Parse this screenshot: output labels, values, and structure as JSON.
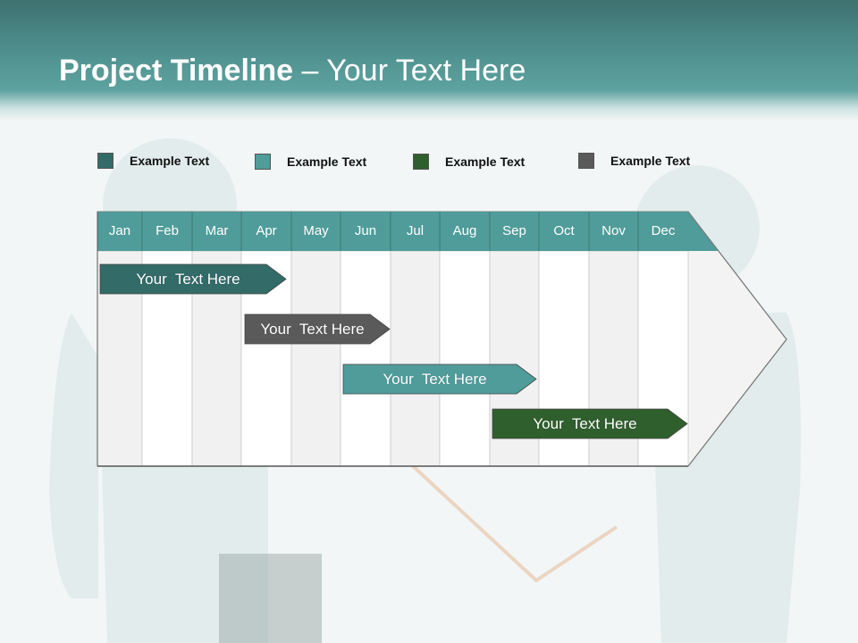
{
  "slide": {
    "title_bold": "Project Timeline",
    "title_rest": " – Your Text Here"
  },
  "legend": [
    {
      "label": "Example Text",
      "color": "#326b68"
    },
    {
      "label": "Example Text",
      "color": "#4f9c9a"
    },
    {
      "label": "Example Text",
      "color": "#2e5f2c"
    },
    {
      "label": "Example Text",
      "color": "#5a5a5a"
    }
  ],
  "months": [
    "Jan",
    "Feb",
    "Mar",
    "Apr",
    "May",
    "Jun",
    "Jul",
    "Aug",
    "Sep",
    "Oct",
    "Nov",
    "Dec"
  ],
  "tasks": [
    {
      "label": "Your  Text Here",
      "color": "#326b68",
      "start_month": "Jan",
      "end_month": "Apr"
    },
    {
      "label": "Your  Text Here",
      "color": "#5a5a5a",
      "start_month": "Apr",
      "end_month": "Jun"
    },
    {
      "label": "Your  Text Here",
      "color": "#4f9c9a",
      "start_month": "Jun",
      "end_month": "Sep"
    },
    {
      "label": "Your  Text Here",
      "color": "#2e5f2c",
      "start_month": "Sep",
      "end_month": "Dec"
    }
  ],
  "colors": {
    "header_teal": "#4d8e8c",
    "month_header": "#4f9c9a"
  }
}
